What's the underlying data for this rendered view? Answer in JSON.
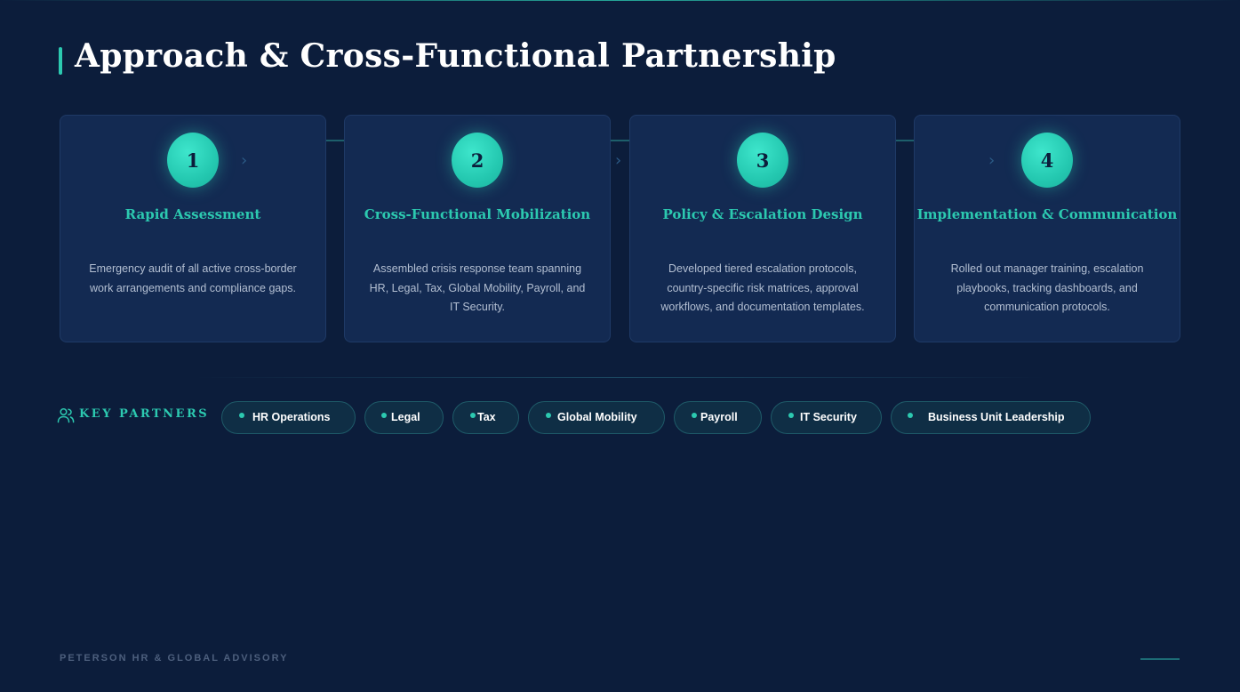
{
  "title": "Approach & Cross-Functional Partnership",
  "colors": {
    "background": "#0c1d3b",
    "accent": "#2cc9b0",
    "card": "#132a52"
  },
  "steps": [
    {
      "number": "1",
      "title": "Rapid Assessment",
      "description": "Emergency audit of all active cross-border work arrangements and compliance gaps."
    },
    {
      "number": "2",
      "title": "Cross-Functional Mobilization",
      "description": "Assembled crisis response team spanning HR, Legal, Tax, Global Mobility, Payroll, and IT Security."
    },
    {
      "number": "3",
      "title": "Policy & Escalation Design",
      "description": "Developed tiered escalation protocols, country-specific risk matrices, approval workflows, and documentation templates."
    },
    {
      "number": "4",
      "title": "Implementation & Communication",
      "description": "Rolled out manager training, escalation playbooks, tracking dashboards, and communication protocols."
    }
  ],
  "partners": {
    "label": "KEY PARTNERS",
    "icon": "users-icon",
    "items": [
      "HR Operations",
      "Legal",
      "Tax",
      "Global Mobility",
      "Payroll",
      "IT Security",
      "Business Unit Leadership"
    ]
  },
  "footer": {
    "text": "PETERSON HR & GLOBAL ADVISORY"
  }
}
